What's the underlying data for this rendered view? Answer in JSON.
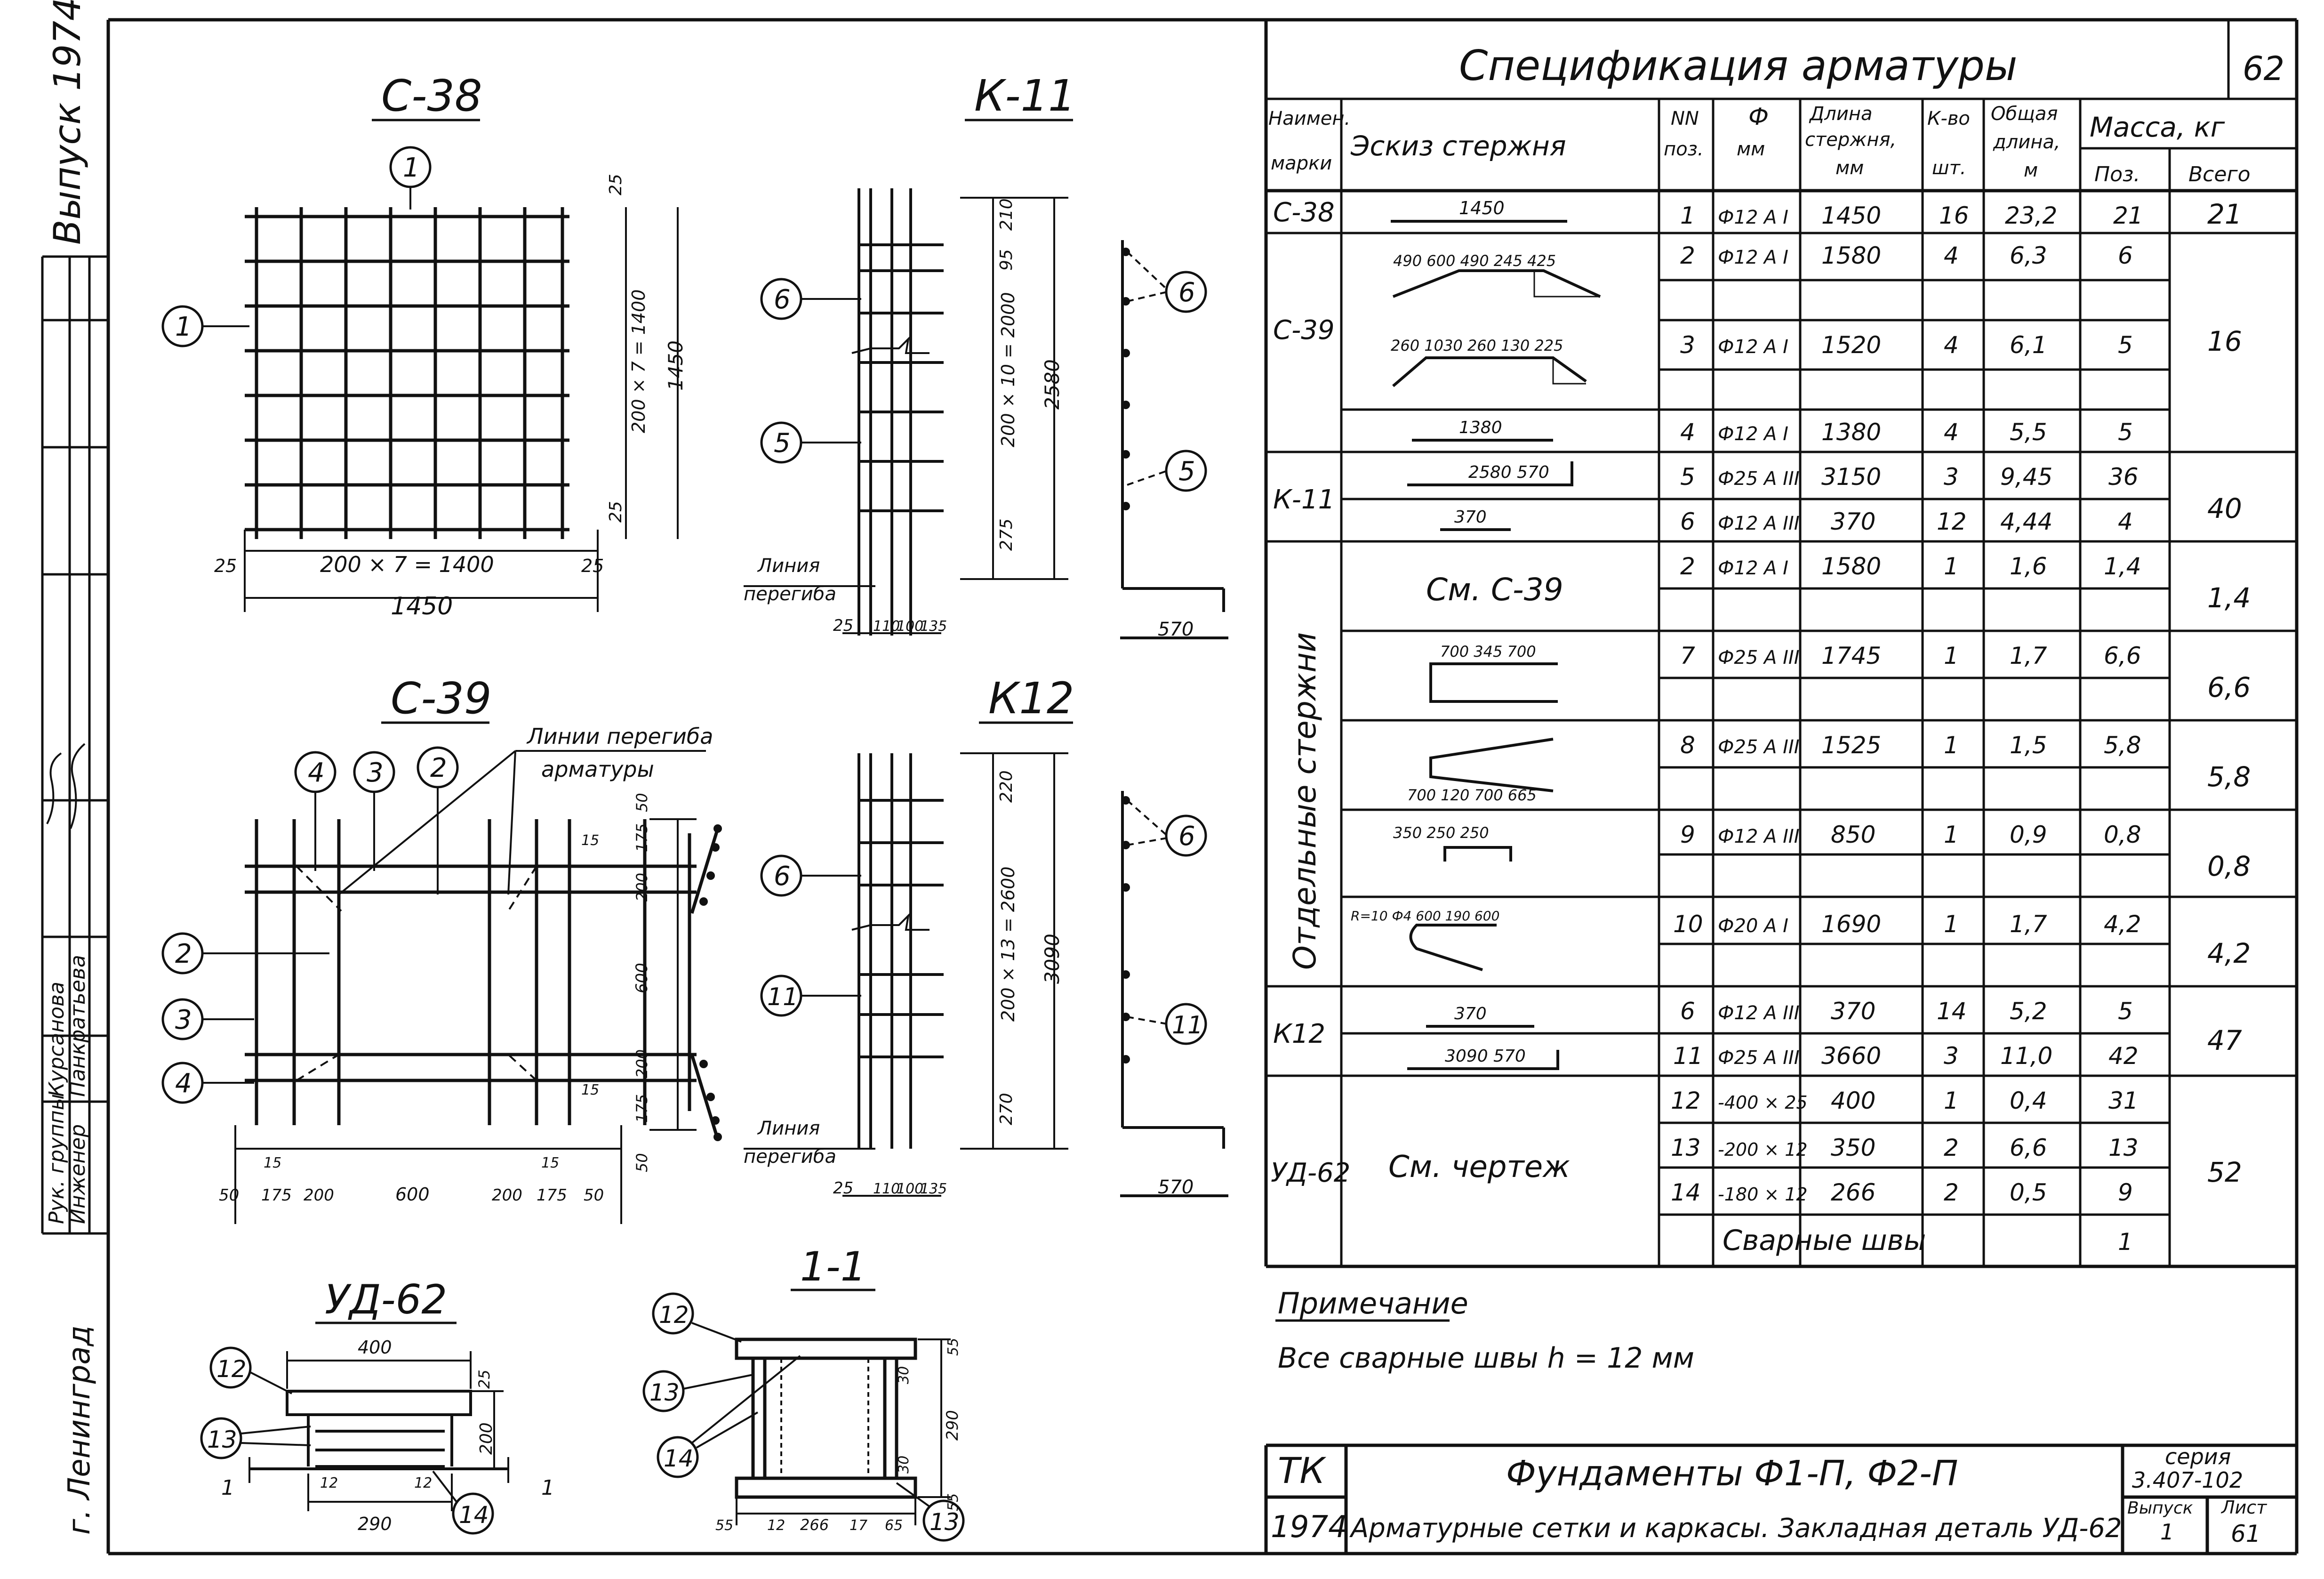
{
  "frame": {
    "left_strip": {
      "issue": "Выпуск 1974",
      "city": "г. Ленинград",
      "signatures": [
        {
          "role": "Рук. группы",
          "name": "Курсанова"
        },
        {
          "role": "Инженер",
          "name": "Панкратьева"
        }
      ]
    },
    "sheet_no": "62"
  },
  "drawings": {
    "c38": {
      "title": "С-38",
      "dims": {
        "d25": "25",
        "d1400": "200 × 7 = 1400",
        "d1450": "1450",
        "d1400v": "200 × 7 = 1400",
        "d1450v": "1450"
      },
      "marks": [
        "1"
      ]
    },
    "k11": {
      "title": "К-11",
      "dims": {
        "d210": "210",
        "d95": "95",
        "d2000": "200 × 10 = 2000",
        "d2580": "2580",
        "d275": "275",
        "d25": "25",
        "d110": "110",
        "d100": "100",
        "d135": "135",
        "d570": "570"
      },
      "marks": [
        "6",
        "5"
      ],
      "bend_line": [
        "Линия",
        "перегиба"
      ]
    },
    "c39": {
      "title": "С-39",
      "dims": {
        "d50": "50",
        "d175": "175",
        "d200": "200",
        "d600": "600",
        "d15": "15"
      },
      "marks": [
        "4",
        "3",
        "2"
      ],
      "bend_lines": [
        "Линии перегиба",
        "арматуры"
      ]
    },
    "k12": {
      "title": "К12",
      "dims": {
        "d220": "220",
        "d2600": "200 × 13 = 2600",
        "d3090": "3090",
        "d270": "270",
        "d25": "25",
        "d110": "110",
        "d100": "100",
        "d135": "135",
        "d570": "570"
      },
      "marks": [
        "6",
        "11"
      ],
      "bend_line": [
        "Линия",
        "перегиба"
      ]
    },
    "ud62": {
      "title": "УД-62",
      "dims": {
        "d400": "400",
        "d25": "25",
        "d200": "200",
        "d12": "12",
        "d290": "290"
      },
      "marks": [
        "12",
        "13",
        "14"
      ],
      "section": "1"
    },
    "s11": {
      "title": "1-1",
      "dims": {
        "d55": "55",
        "d30": "30",
        "d290": "290",
        "d12": "12",
        "d266": "266",
        "d17": "17",
        "d65": "65"
      },
      "marks": [
        "12",
        "13",
        "14",
        "13"
      ]
    }
  },
  "spec": {
    "title": "Спецификация арматуры",
    "headers": {
      "mark": [
        "Наимен.",
        "марки"
      ],
      "sketch": "Эскиз стержня",
      "pos": [
        "NN",
        "поз."
      ],
      "dia": [
        "Ф",
        "мм"
      ],
      "len": [
        "Длина",
        "стержня,",
        "мм"
      ],
      "qty": [
        "К-во",
        "шт."
      ],
      "total": [
        "Общая",
        "длина,",
        "м"
      ],
      "mass": "Масса, кг",
      "mass_pos": "Поз.",
      "mass_all": "Всего"
    },
    "groups": [
      {
        "mark": "С-38",
        "total_mass": "21",
        "rows": [
          {
            "sketch": "1450",
            "pos": "1",
            "dia": "Ф12 А I",
            "len": "1450",
            "qty": "16",
            "total": "23,2",
            "mass": "21"
          }
        ]
      },
      {
        "mark": "С-39",
        "total_mass": "16",
        "rows": [
          {
            "sketch": "490 600 490 245 425",
            "pos": "2",
            "dia": "Ф12 А I",
            "len": "1580",
            "qty": "4",
            "total": "6,3",
            "mass": "6"
          },
          {
            "sketch": "260 1030 260 130 225",
            "pos": "3",
            "dia": "Ф12 А I",
            "len": "1520",
            "qty": "4",
            "total": "6,1",
            "mass": "5"
          },
          {
            "sketch": "1380",
            "pos": "4",
            "dia": "Ф12 А I",
            "len": "1380",
            "qty": "4",
            "total": "5,5",
            "mass": "5"
          }
        ]
      },
      {
        "mark": "К-11",
        "total_mass": "40",
        "rows": [
          {
            "sketch": "2580 570",
            "pos": "5",
            "dia": "Ф25 А III",
            "len": "3150",
            "qty": "3",
            "total": "9,45",
            "mass": "36"
          },
          {
            "sketch": "370",
            "pos": "6",
            "dia": "Ф12 А III",
            "len": "370",
            "qty": "12",
            "total": "4,44",
            "mass": "4"
          }
        ]
      },
      {
        "mark": "Отдельные стержни",
        "rows": [
          {
            "sketch": "См. С-39",
            "pos": "2",
            "dia": "Ф12 А I",
            "len": "1580",
            "qty": "1",
            "total": "1,6",
            "mass": "1,4",
            "all": "1,4"
          },
          {
            "sketch": "700 345 700",
            "pos": "7",
            "dia": "Ф25 А III",
            "len": "1745",
            "qty": "1",
            "total": "1,7",
            "mass": "6,6",
            "all": "6,6"
          },
          {
            "sketch": "700 120 700 665",
            "pos": "8",
            "dia": "Ф25 А III",
            "len": "1525",
            "qty": "1",
            "total": "1,5",
            "mass": "5,8",
            "all": "5,8"
          },
          {
            "sketch": "350 250 250",
            "pos": "9",
            "dia": "Ф12 А III",
            "len": "850",
            "qty": "1",
            "total": "0,9",
            "mass": "0,8",
            "all": "0,8"
          },
          {
            "sketch": "R=10 Ф4 600 190 600",
            "pos": "10",
            "dia": "Ф20 А I",
            "len": "1690",
            "qty": "1",
            "total": "1,7",
            "mass": "4,2",
            "all": "4,2"
          }
        ]
      },
      {
        "mark": "К12",
        "total_mass": "47",
        "rows": [
          {
            "sketch": "370",
            "pos": "6",
            "dia": "Ф12 А III",
            "len": "370",
            "qty": "14",
            "total": "5,2",
            "mass": "5"
          },
          {
            "sketch": "3090 570",
            "pos": "11",
            "dia": "Ф25 А III",
            "len": "3660",
            "qty": "3",
            "total": "11,0",
            "mass": "42"
          }
        ]
      },
      {
        "mark": "УД-62",
        "total_mass": "52",
        "sketch": "См. чертеж",
        "rows": [
          {
            "pos": "12",
            "dia": "-400 × 25",
            "len": "400",
            "qty": "1",
            "total": "0,4",
            "mass": "31"
          },
          {
            "pos": "13",
            "dia": "-200 × 12",
            "len": "350",
            "qty": "2",
            "total": "6,6",
            "mass": "13"
          },
          {
            "pos": "14",
            "dia": "-180 × 12",
            "len": "266",
            "qty": "2",
            "total": "0,5",
            "mass": "9"
          },
          {
            "pos": "",
            "dia": "Сварные швы",
            "len": "",
            "qty": "",
            "total": "",
            "mass": "1"
          }
        ]
      }
    ]
  },
  "note": {
    "title": "Примечание",
    "text": "Все сварные швы h = 12 мм"
  },
  "title_block": {
    "org": "ТК",
    "year": "1974",
    "name": "Фундаменты Ф1-П, Ф2-П",
    "subtitle": "Арматурные сетки и каркасы. Закладная деталь УД-62",
    "series_label": "серия",
    "series": "3.407-102",
    "issue_label": "Выпуск",
    "issue": "1",
    "sheet_label": "Лист",
    "sheet": "61"
  }
}
